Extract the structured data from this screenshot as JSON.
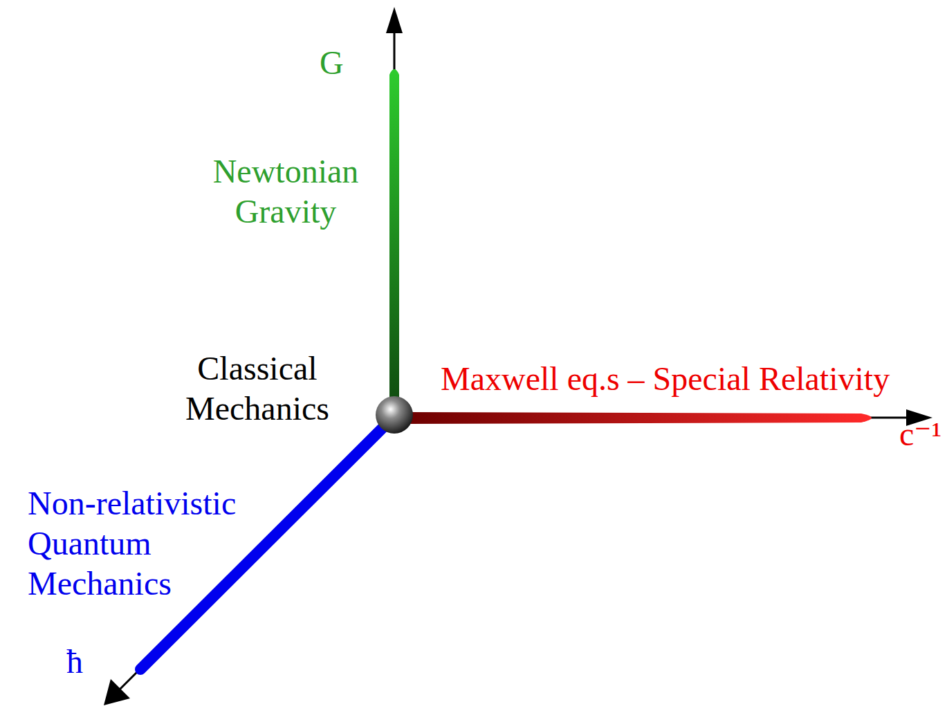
{
  "diagram": {
    "labels": [
      "G",
      "Newtonian Gravity",
      "Classical Mechanics",
      "Maxwell eq.s – Special Relativity",
      "c⁻¹",
      "Non-relativistic Quantum Mechanics",
      "ħ"
    ]
  }
}
